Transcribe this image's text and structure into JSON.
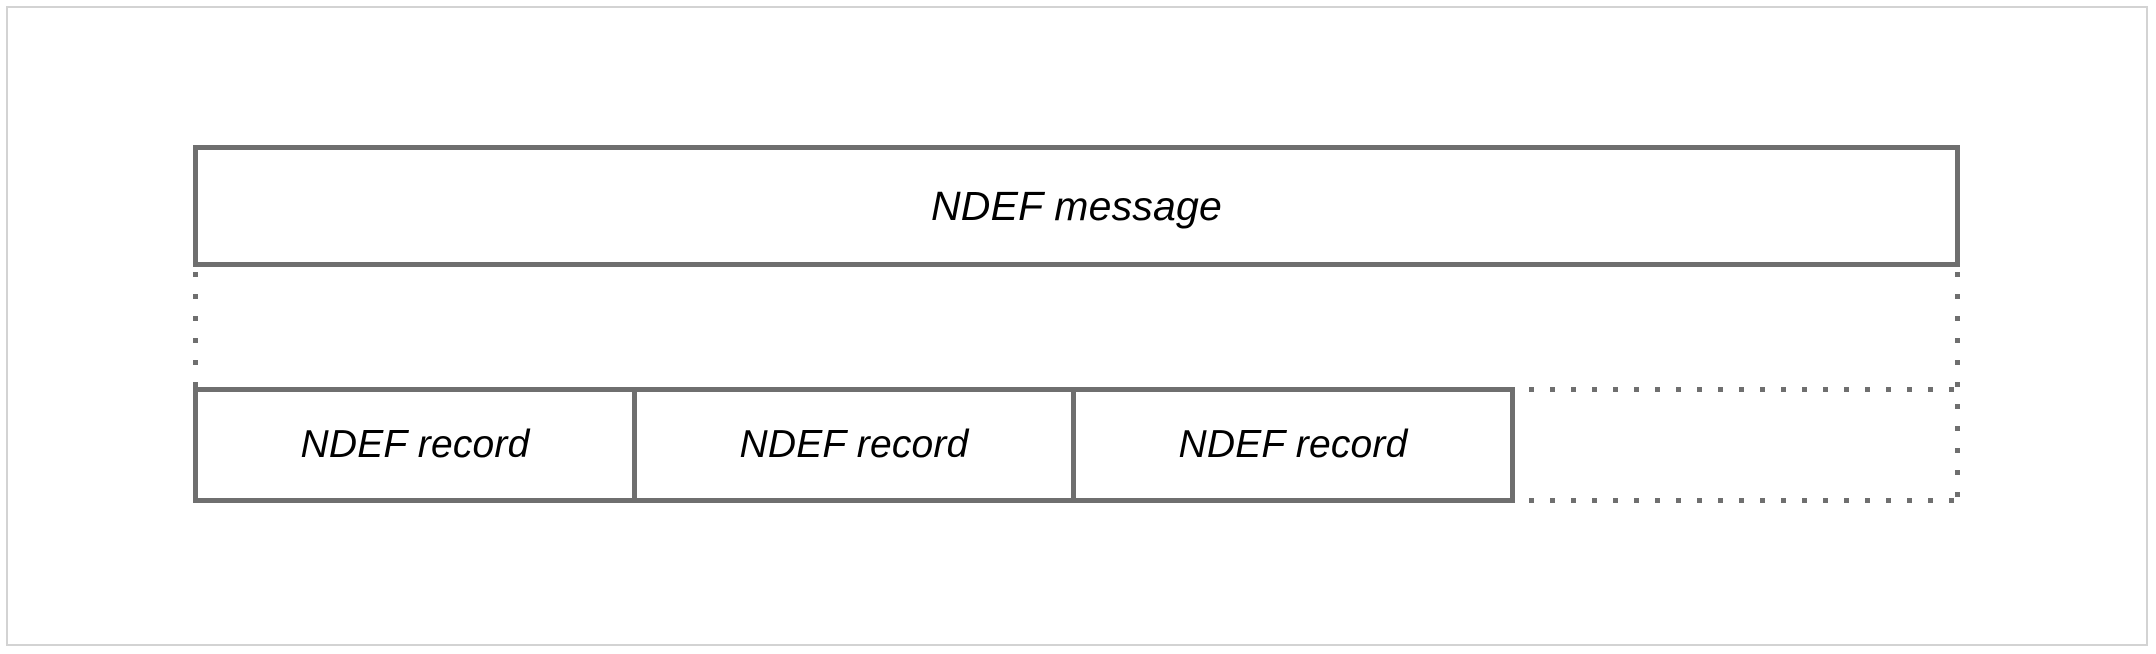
{
  "figure": {
    "type": "block-diagram",
    "subject": "NDEF message structure",
    "background_color": "#ffffff",
    "frame_color": "#d3d3d3",
    "box_border_color": "#6f6f6f",
    "text_color": "#000000",
    "continuation_style": "dotted"
  },
  "message": {
    "label": "NDEF message"
  },
  "records": {
    "items": [
      {
        "label": "NDEF record"
      },
      {
        "label": "NDEF record"
      },
      {
        "label": "NDEF record"
      }
    ],
    "continuation": {
      "present": true,
      "style": "dotted",
      "meaning": "additional NDEF records may follow"
    }
  }
}
